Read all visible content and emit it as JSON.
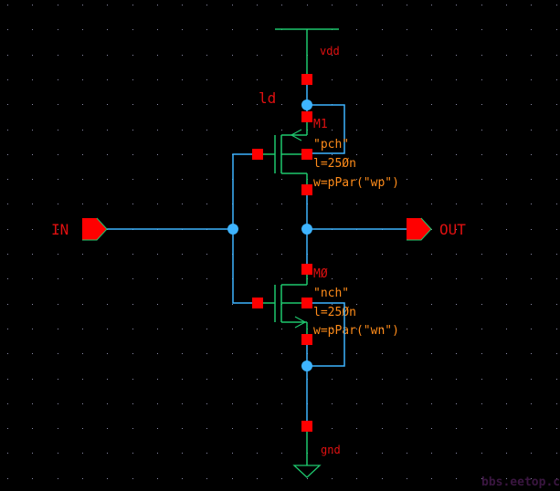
{
  "schematic": {
    "title": "CMOS inverter schematic",
    "colors": {
      "background": "#000000",
      "grid_dot": "#8a8aa8",
      "wire": "#3eb4ff",
      "device": "#1ec86e",
      "pin": "#ff0000",
      "net_label": "#e01010",
      "param_label": "#ff8c1a",
      "watermark": "#3a1640"
    },
    "supply": {
      "label": "vdd"
    },
    "ground": {
      "label": "gnd"
    },
    "inst_label_ld": "ld",
    "pmos": {
      "name": "M1",
      "model": "\"pch\"",
      "length": "l=25Øn",
      "width": "w=pPar(\"wp\")"
    },
    "nmos": {
      "name": "MØ",
      "model": "\"nch\"",
      "length": "l=25Øn",
      "width": "w=pPar(\"wn\")"
    },
    "input_pin": {
      "label": "IN"
    },
    "output_pin": {
      "label": "OUT"
    },
    "watermark": "bbs.eetop.cn"
  }
}
